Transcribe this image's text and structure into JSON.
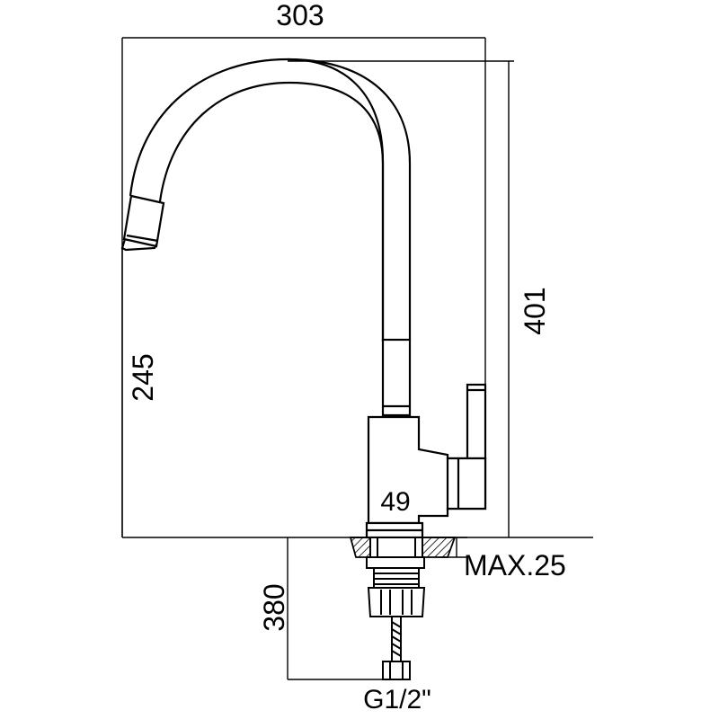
{
  "drawing": {
    "stroke_color": "#000000",
    "background_color": "#ffffff",
    "dimensions": {
      "width_total": "303",
      "height_total": "401",
      "spout_height": "245",
      "body_diameter": "49",
      "max_thickness": "MAX.25",
      "hose_length": "380",
      "thread": "G1/2\""
    }
  }
}
